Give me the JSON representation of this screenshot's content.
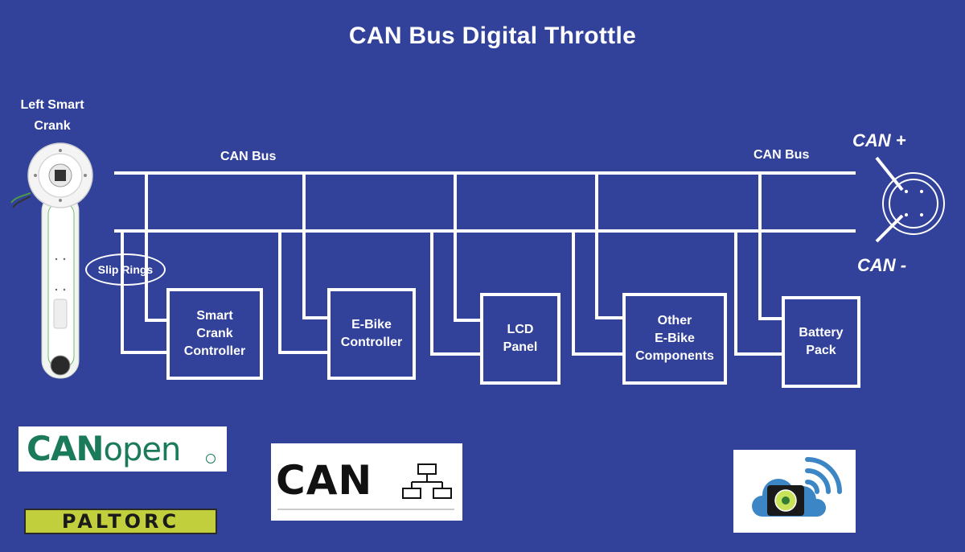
{
  "title": "CAN Bus Digital Throttle",
  "crank_label": "Left Smart\nCrank",
  "bus_labels": [
    "CAN Bus",
    "CAN Bus"
  ],
  "slip_rings_label": "Slip Rings",
  "connector": {
    "plus_label": "CAN +",
    "minus_label": "CAN -"
  },
  "components": [
    {
      "label": "Smart\nCrank\nController"
    },
    {
      "label": "E-Bike\nController"
    },
    {
      "label": "LCD\nPanel"
    },
    {
      "label": "Other\nE-Bike\nComponents"
    },
    {
      "label": "Battery\nPack"
    }
  ],
  "logos": {
    "canopen": {
      "strong": "CAN",
      "light": "open",
      "color": "#1a7a5a"
    },
    "can": {
      "text": "CAN"
    },
    "paltorc": {
      "text": "PALTORC"
    }
  },
  "colors": {
    "background": "#32419a",
    "lines": "#ffffff"
  }
}
